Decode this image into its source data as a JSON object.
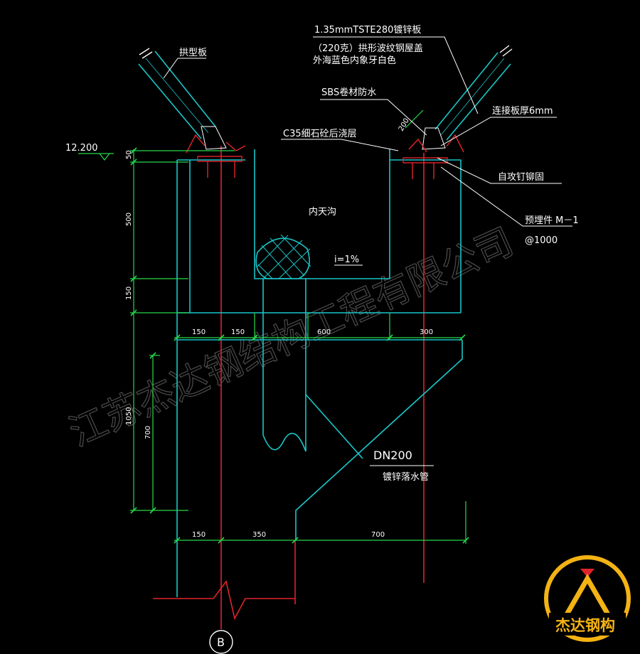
{
  "labels": {
    "arch_panel": "拱型板",
    "sheet_spec": "1.35mmTSTE280镀锌板",
    "coating_line1": "（220克）拱形波纹钢屋盖",
    "coating_line2": "外海蓝色内象牙白色",
    "sbs": "SBS卷材防水",
    "concrete": "C35细石砼后浇层",
    "connector": "连接板厚6mm",
    "screw": "自攻钉铆固",
    "embed": "预埋件 M－1",
    "embed_spacing": "@1000",
    "gutter": "内天沟",
    "slope": "i=1%",
    "pipe_size": "DN200",
    "pipe_name": "镀锌落水管",
    "elevation": "12.200",
    "axis": "B",
    "dim_200": "200"
  },
  "dimensions": {
    "vertical_left": [
      "50",
      "500",
      "150"
    ],
    "vertical_outer": "1050",
    "vertical_inner": "700",
    "horizontal_top": [
      "150",
      "150",
      "600",
      "300"
    ],
    "horizontal_bottom": [
      "150",
      "350",
      "700"
    ]
  },
  "watermark": "江苏杰达钢结构工程有限公司",
  "logo": {
    "text": "杰达钢构"
  },
  "colors": {
    "background": "#000000",
    "structure": "#19c6c9",
    "dimension": "#27d84a",
    "axis_red": "#e0242a",
    "text": "#ffffff",
    "logo_gold": "#f3b313"
  }
}
